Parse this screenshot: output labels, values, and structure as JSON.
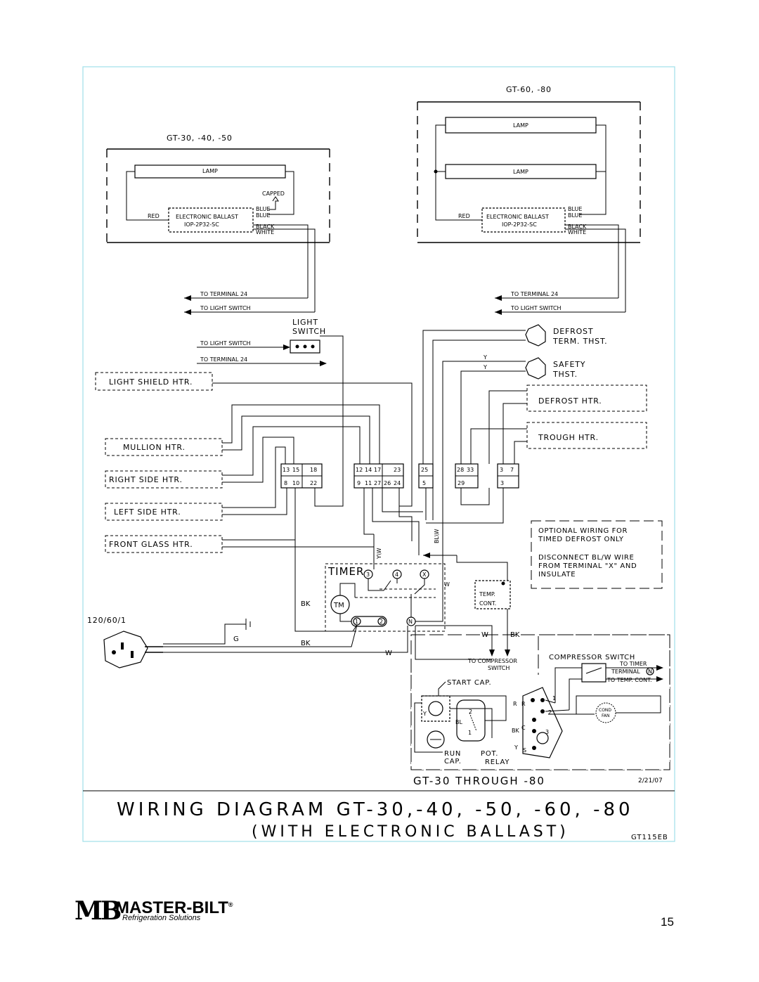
{
  "diagram": {
    "unit_top_right": "GT-60,  -80",
    "unit_top_left": "GT-30,  -40,  -50",
    "lamp": "LAMP",
    "capped": "CAPPED",
    "red": "RED",
    "ballast_line1": "ELECTRONIC BALLAST",
    "ballast_line2": "IOP-2P32-SC",
    "blue": "BLUE",
    "black": "BLACK",
    "white": "WHITE",
    "to_terminal_24": "TO TERMINAL 24",
    "to_light_switch": "TO LIGHT SWITCH",
    "light_switch_1": "LIGHT",
    "light_switch_2": "SWITCH",
    "defrost_term_1": "DEFROST",
    "defrost_term_2": "TERM. THST.",
    "safety_1": "SAFETY",
    "safety_2": "THST.",
    "y": "Y",
    "light_shield_htr": "LIGHT SHIELD HTR.",
    "defrost_htr": "DEFROST HTR.",
    "trough_htr": "TROUGH HTR.",
    "mullion_htr": "MULLION HTR.",
    "right_side_htr": "RIGHT SIDE HTR.",
    "left_side_htr": "LEFT SIDE HTR.",
    "front_glass_htr": "FRONT GLASS HTR.",
    "terminal_top": [
      "13",
      "15",
      "18",
      "12",
      "14",
      "17",
      "23",
      "25",
      "28",
      "33",
      "3",
      "7"
    ],
    "terminal_bottom": [
      "8",
      "10",
      "22",
      "9",
      "11",
      "27",
      "26",
      "24",
      "5",
      "29",
      "3"
    ],
    "optional_lines": [
      "OPTIONAL WIRING FOR",
      "TIMED DEFROST ONLY",
      "DISCONNECT BL/W WIRE",
      "FROM TERMINAL \"X\" AND",
      "INSULATE"
    ],
    "timer": "TIMER",
    "timer_contacts": [
      "3",
      "4",
      "X",
      "1",
      "2",
      "N"
    ],
    "tm": "TM",
    "bl_w": "BL\\W",
    "y_w": "Y\\W",
    "w": "W",
    "bk": "BK",
    "g": "G",
    "temp_cont_1": "TEMP.",
    "temp_cont_2": "CONT.",
    "voltage": "120/60/1",
    "to_compressor_1": "TO COMPRESSOR",
    "to_compressor_2": "SWITCH",
    "compressor_switch": "COMPRESSOR SWITCH",
    "to_timer_1": "TO TIMER",
    "to_timer_2": "TERMINAL",
    "to_timer_n": "N",
    "to_temp_cont": "TO TEMP. CONT.",
    "start_cap": "START CAP.",
    "run_cap_1": "RUN",
    "run_cap_2": "CAP.",
    "pot_relay_1": "POT.",
    "pot_relay_2": "RELAY",
    "cond_fan_1": "COND",
    "cond_fan_2": "FAN",
    "relay_letters": [
      "R",
      "R",
      "C",
      "BK",
      "Y",
      "S",
      "BL",
      "1",
      "2",
      "3"
    ],
    "range_title": "GT-30  THROUGH  -80",
    "date": "2/21/07",
    "title_line1": "WIRING  DIAGRAM   GT-30,-40,  -50,  -60,  -80",
    "title_line2": "(WITH  ELECTRONIC  BALLAST)",
    "drawing_number": "GT115EB"
  },
  "footer": {
    "logo_letters": "MB",
    "brand": "MASTER-BILT",
    "registered": "®",
    "tagline": "Refrigeration Solutions",
    "page_number": "15"
  }
}
